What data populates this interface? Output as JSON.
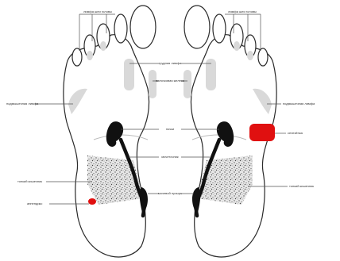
{
  "labels": {
    "lymph_head_neck_left": "лимфа шеи головы",
    "lymph_head_neck_right": "лимфа шеи головы",
    "thoracic_lymph": "грудная лимфа",
    "thymus": "вилочковая железа",
    "axillary_lymph_left": "подмышечная лимфа",
    "axillary_lymph_right": "подмышечная лимфа",
    "kidneys": "почки",
    "spleen": "селезёнка",
    "ureters": "мочеточник",
    "small_intestine_left": "тонкий кишечник",
    "small_intestine_right": "тонкий кишечник",
    "appendix": "аппендикс",
    "bladder": "мочевой пузырь"
  },
  "colors": {
    "outline": "#2a2a2a",
    "organ": "#111111",
    "highlight": "#e01010",
    "zone": "#d9d9d9",
    "leader": "#555555"
  }
}
